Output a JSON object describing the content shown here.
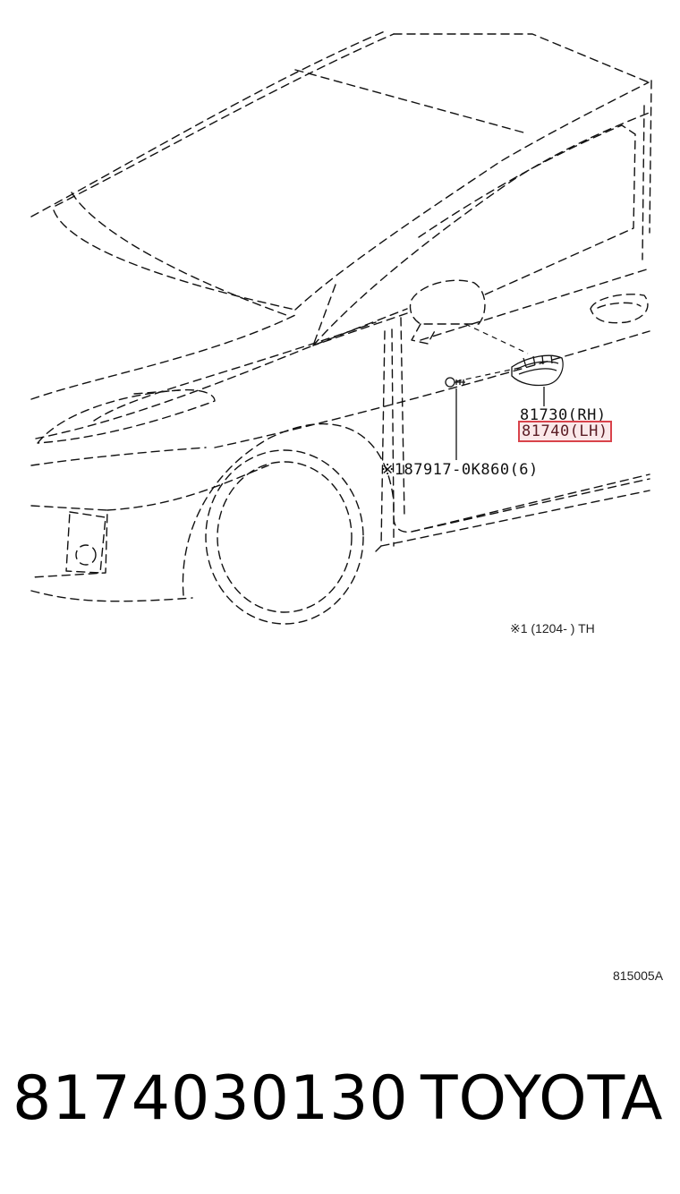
{
  "parts": {
    "callout_rh": "81730(RH)",
    "callout_lh": "81740(LH)",
    "callout_screw": "※187917-0K860(6)"
  },
  "notes": {
    "applicability": "※1 (1204-      ) TH",
    "figure_id": "815005A"
  },
  "footer": {
    "part_number": "8174030130",
    "brand": "TOYOTA"
  },
  "colors": {
    "line": "#111111",
    "highlight": "#d9434b"
  }
}
